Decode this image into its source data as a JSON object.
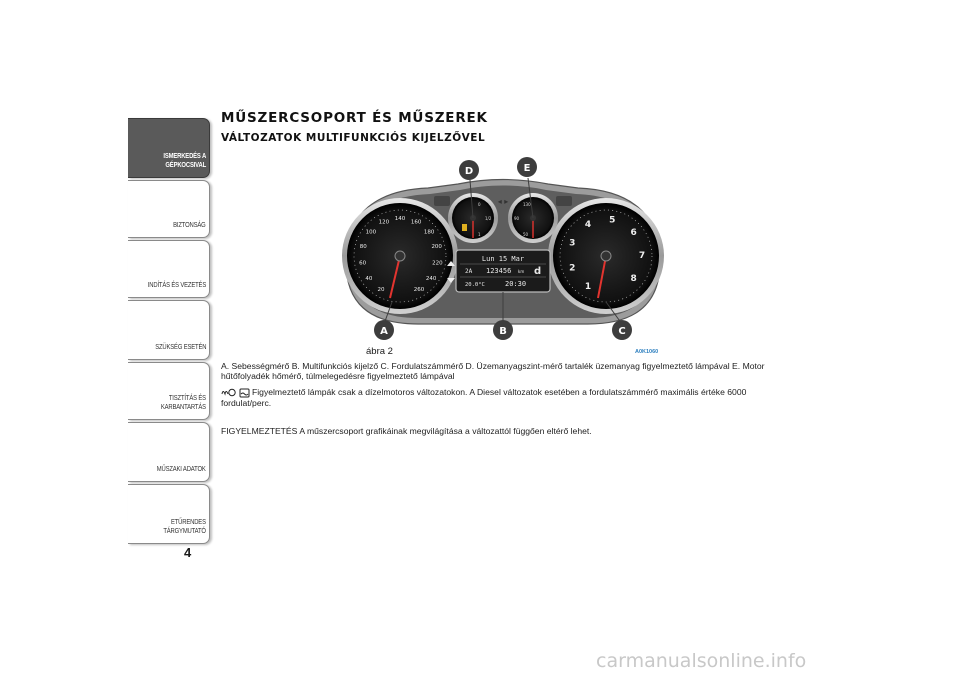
{
  "sidebar": {
    "tabs": [
      {
        "label": "ISMERKEDÉS A\nGÉPKOCSIVAL",
        "active": true
      },
      {
        "label": "BIZTONSÁG",
        "active": false
      },
      {
        "label": "INDÍTÁS ÉS VEZETÉS",
        "active": false
      },
      {
        "label": "SZÜKSÉG ESETÉN",
        "active": false
      },
      {
        "label": "TISZTÍTÁS ÉS\nKARBANTARTÁS",
        "active": false
      },
      {
        "label": "MŰSZAKI ADATOK",
        "active": false
      },
      {
        "label": "ETŰRENDES\nTÁRGYMUTATÓ",
        "active": false
      }
    ]
  },
  "page_number": "4",
  "heading": {
    "title": "MŰSZERCSOPORT ÉS MŰSZEREK",
    "subtitle": "VÁLTOZATOK MULTIFUNKCIÓS KIJELZŐVEL"
  },
  "figure": {
    "caption": "ábra 2",
    "code": "A0K1060",
    "callouts": [
      "A",
      "B",
      "C",
      "D",
      "E"
    ],
    "display": {
      "date": "Lun 15 Mar",
      "odometer": "123456",
      "odometer_unit": "km",
      "temperature": "20.0°C",
      "time": "20:30",
      "gear": "d",
      "trip": "2A"
    },
    "speedo_labels": [
      "20",
      "40",
      "60",
      "80",
      "100",
      "120",
      "140",
      "160",
      "180",
      "200",
      "220",
      "240",
      "260"
    ],
    "tacho_labels": [
      "1",
      "2",
      "3",
      "4",
      "5",
      "6",
      "7",
      "8"
    ],
    "fuel_labels": [
      "0",
      "1/2",
      "1"
    ],
    "temp_labels": [
      "50",
      "90",
      "130"
    ],
    "colors": {
      "needle": "#e3342f",
      "callout": "#3d3d3d",
      "bezel": "#b8b8b8"
    }
  },
  "body": {
    "legend": "A. Sebességmérő B. Multifunkciós kijelző C. Fordulatszámmérő D. Üzemanyagszint-mérő tartalék üzemanyag figyelmeztető lámpával E. Motor hűtőfolyadék hőmérő, túlmelegedésre figyelmeztető lámpával",
    "diesel_note": "Figyelmeztető lámpák csak a dízelmotoros változatokon. A Diesel változatok esetében a fordulatszámmérő maximális értéke 6000 fordulat/perc.",
    "warning": "FIGYELMEZTETÉS A műszercsoport grafikáinak megvilágítása a változattól függően eltérő lehet."
  },
  "watermark": "carmanualsonline.info"
}
